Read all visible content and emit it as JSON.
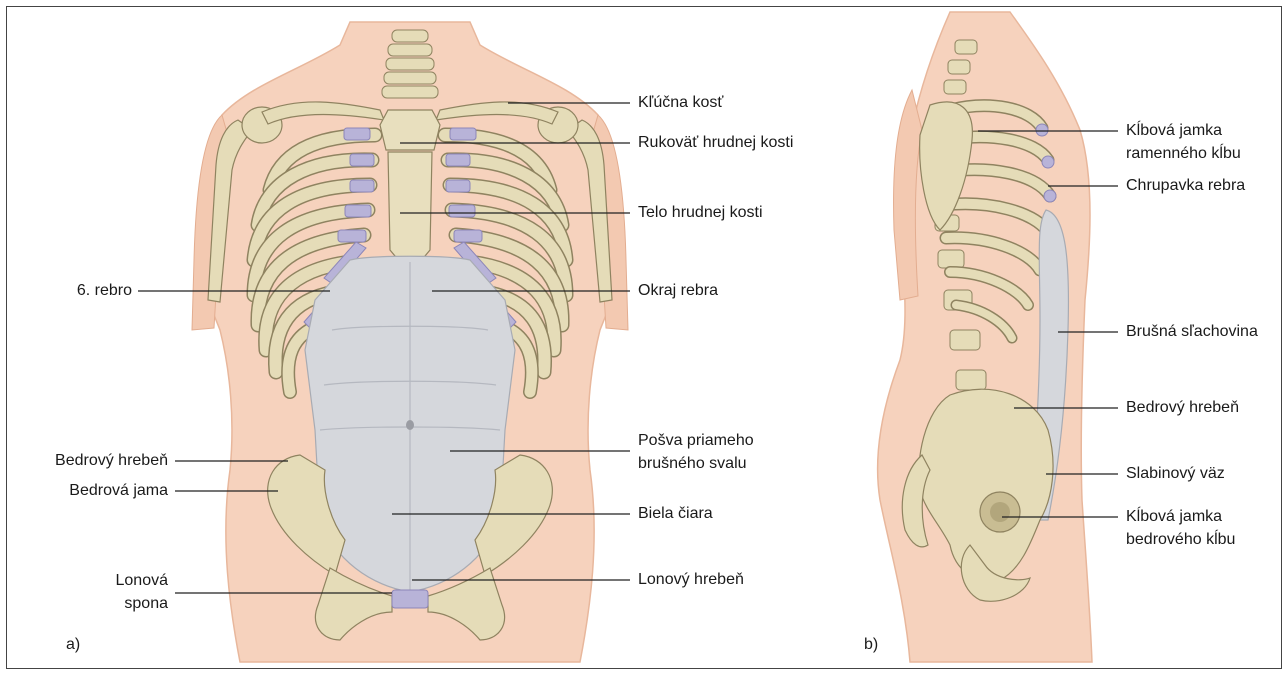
{
  "panels": [
    {
      "tag": "a)"
    },
    {
      "tag": "b)"
    }
  ],
  "labels_a": {
    "klucna_kost": "Kľúčna kosť",
    "rukovat": "Rukoväť hrudnej kosti",
    "telo": "Telo hrudnej kosti",
    "rebro6": "6. rebro",
    "okraj": "Okraj rebra",
    "posva_1": "Pošva priameho",
    "posva_2": "brušného svalu",
    "bedrovy_hreben": "Bedrový hrebeň",
    "bedrova_jama": "Bedrová jama",
    "biela": "Biela čiara",
    "lonova_1": "Lonová",
    "lonova_2": "spona",
    "lonovy_hreben": "Lonový hrebeň"
  },
  "labels_b": {
    "kjamka_1": "Kĺbová jamka",
    "kjamka_2": "ramenného kĺbu",
    "chrupavka": "Chrupavka rebra",
    "brusna": "Brušná sľachovina",
    "bedrovy_hreben": "Bedrový hrebeň",
    "slabinovy": "Slabinový väz",
    "bjamka_1": "Kĺbová jamka",
    "bjamka_2": "bedrového kĺbu"
  },
  "colors": {
    "skin": "#f6d2bd",
    "skin_edge": "#e8b79c",
    "bone": "#e5dcb8",
    "bone_edge": "#8f8360",
    "cartilage": "#b8b3d8",
    "tendon": "#d5d7dc",
    "leader": "#222222"
  }
}
